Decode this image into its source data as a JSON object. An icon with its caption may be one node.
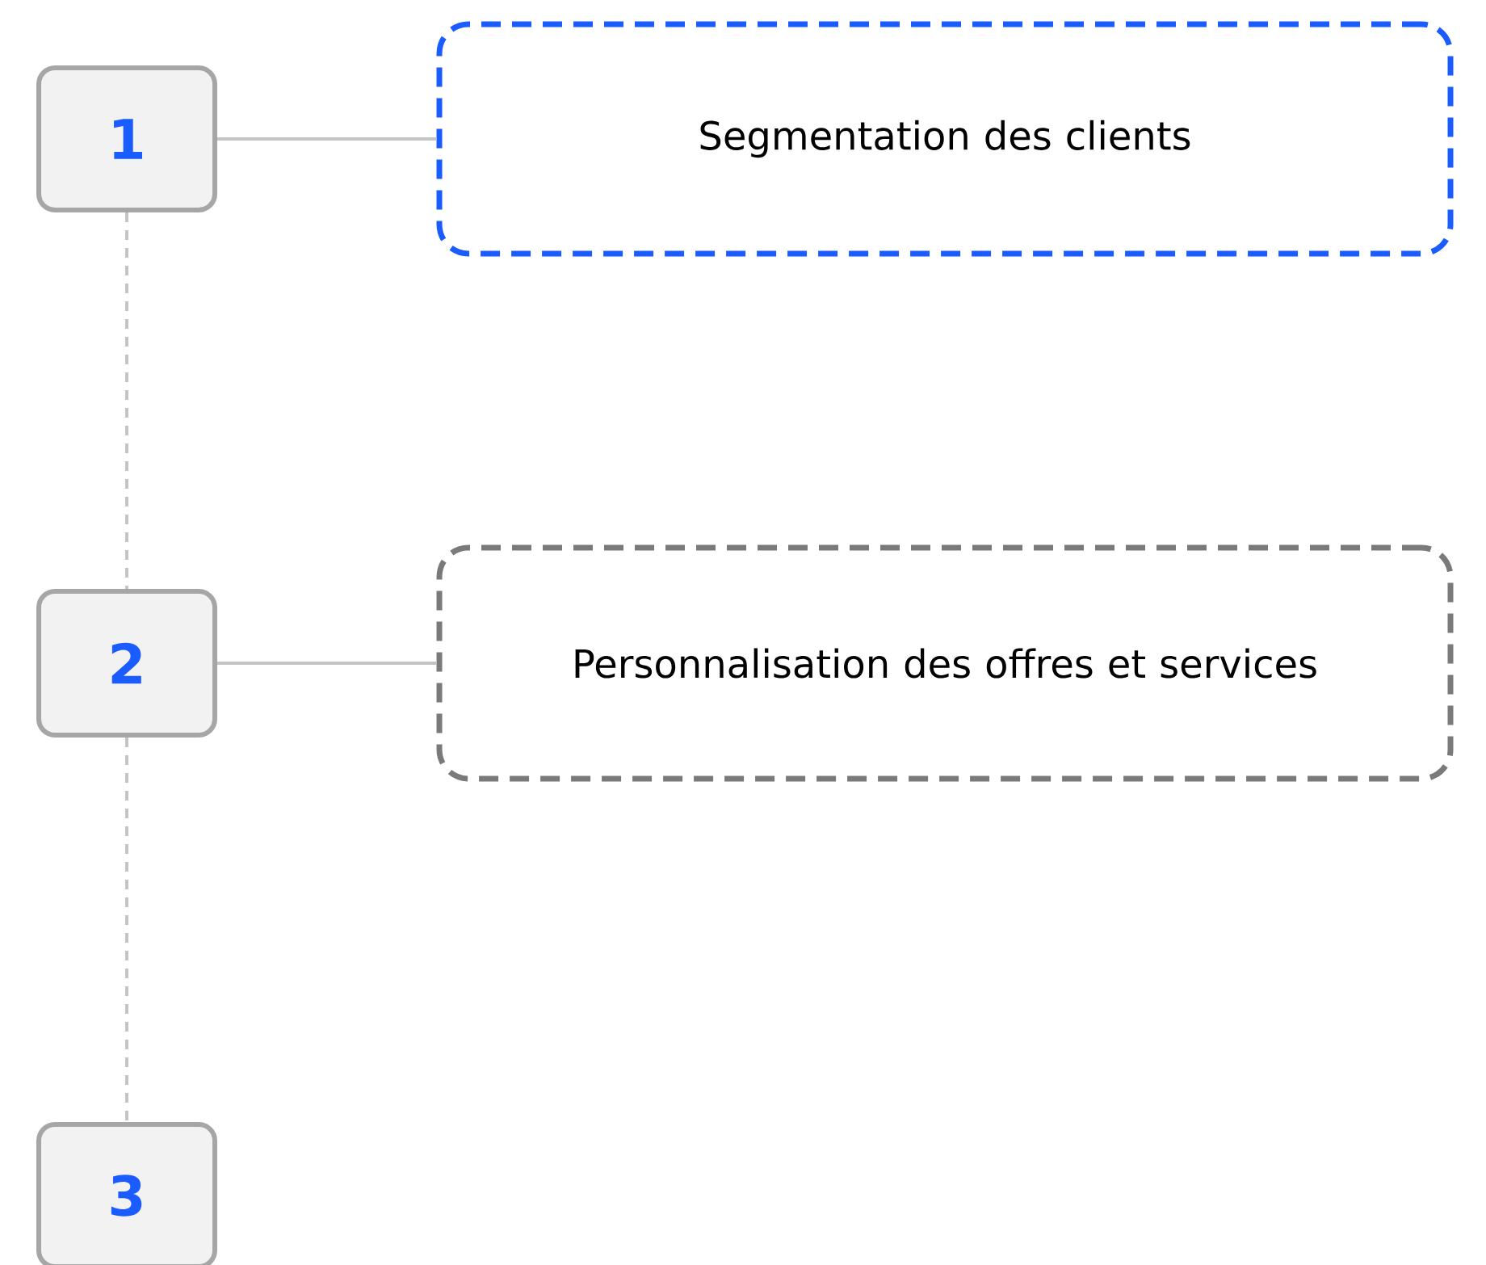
{
  "diagram": {
    "nodes": [
      {
        "text": [
          "1"
        ]
      },
      {
        "text": [
          "Segmentation des clients"
        ]
      },
      {
        "text": [
          "2"
        ]
      },
      {
        "text": [
          "Personnalisation des offres et services"
        ]
      },
      {
        "text": [
          "3"
        ]
      }
    ],
    "edges": [
      {
        "from": 0,
        "to": 1,
        "arrow": "none"
      },
      {
        "from": 0,
        "to": 2,
        "arrow": "none",
        "style": "dashed"
      },
      {
        "from": 2,
        "to": 3,
        "arrow": "none"
      },
      {
        "from": 2,
        "to": 4,
        "arrow": "none",
        "style": "dashed"
      }
    ]
  }
}
